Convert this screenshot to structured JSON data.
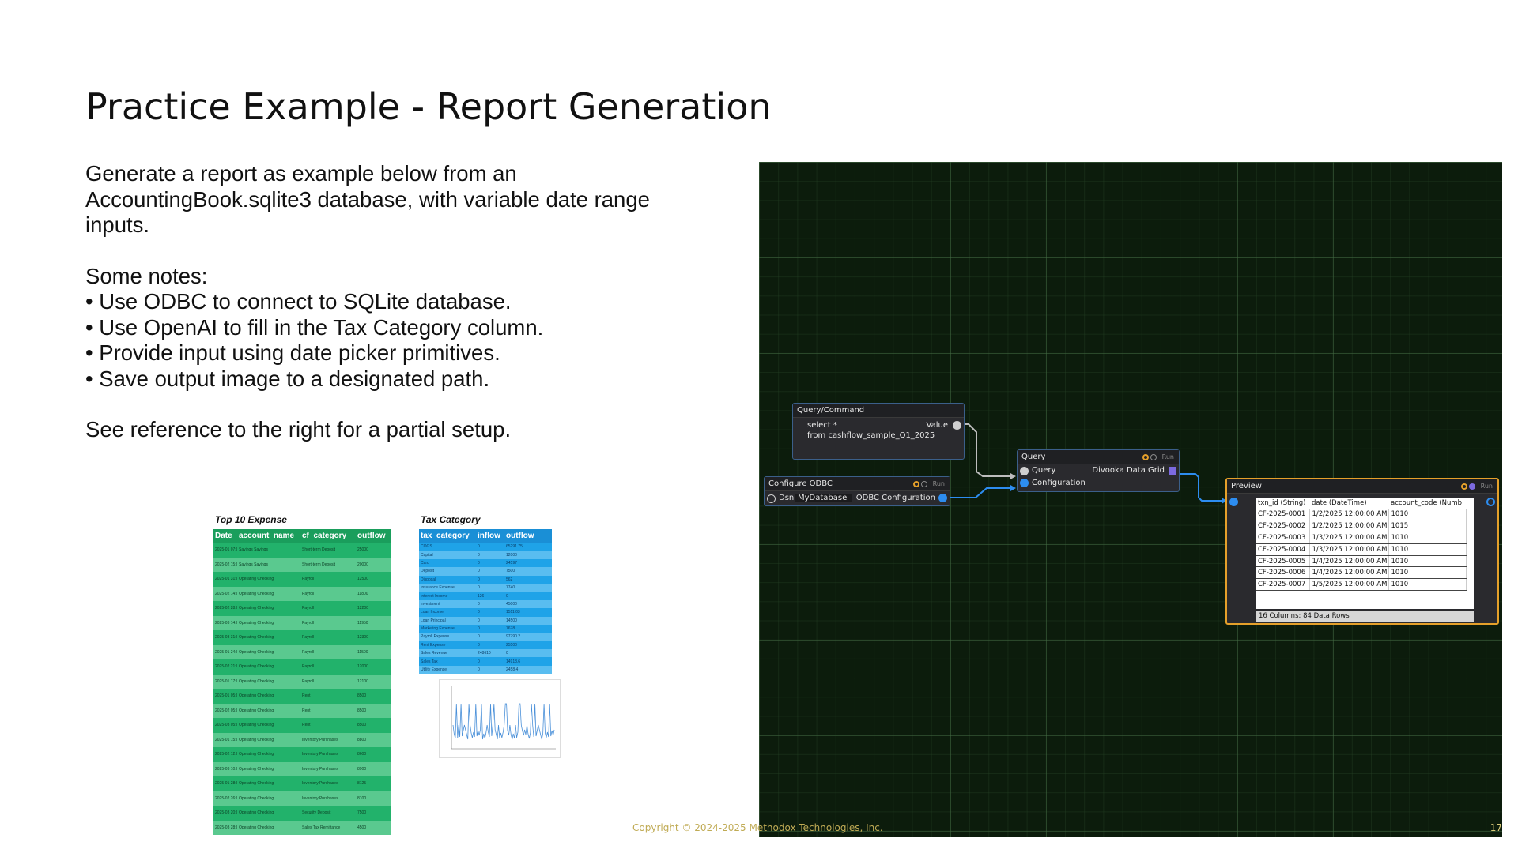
{
  "slide": {
    "title": "Practice Example - Report Generation",
    "intro": [
      "Generate a report as example below from an",
      "AccountingBook.sqlite3 database, with variable date range",
      "inputs."
    ],
    "notes_heading": "Some notes:",
    "notes": [
      "• Use ODBC to connect to SQLite database.",
      "• Use OpenAI to fill in the Tax Category column.",
      "• Provide input using date picker primitives.",
      "• Save output image to a designated path."
    ],
    "see_reference": "See reference to the right for a partial setup."
  },
  "expense_report": {
    "caption": "Top 10 Expense",
    "columns": [
      "Date",
      "account_name",
      "cf_category",
      "outflow"
    ],
    "rows": [
      [
        "2025-01 07:00:00 07",
        "Savings Savings",
        "Short-term Deposit",
        "25000"
      ],
      [
        "2025-02 15:00:00 00",
        "Savings Savings",
        "Short-term Deposit",
        "20000"
      ],
      [
        "2025-01 31:00:00 00",
        "Operating Checking",
        "Payroll",
        "12500"
      ],
      [
        "2025-02 14:00:00 00",
        "Operating Checking",
        "Payroll",
        "11800"
      ],
      [
        "2025-02 28:00:00 00",
        "Operating Checking",
        "Payroll",
        "12200"
      ],
      [
        "2025-03 14:00:00 00",
        "Operating Checking",
        "Payroll",
        "11950"
      ],
      [
        "2025-03 31:00:00 00",
        "Operating Checking",
        "Payroll",
        "12300"
      ],
      [
        "2025-01 24:00:00 00",
        "Operating Checking",
        "Payroll",
        "11500"
      ],
      [
        "2025-02 21:00:00 00",
        "Operating Checking",
        "Payroll",
        "12000"
      ],
      [
        "2025-01 17:00:00 00",
        "Operating Checking",
        "Payroll",
        "12100"
      ],
      [
        "2025-01 05:00:00 00",
        "Operating Checking",
        "Rent",
        "8500"
      ],
      [
        "2025-02 05:00:00 00",
        "Operating Checking",
        "Rent",
        "8500"
      ],
      [
        "2025-03 05:00:00 00",
        "Operating Checking",
        "Rent",
        "8500"
      ],
      [
        "2025-01 15:00:00 00",
        "Operating Checking",
        "Inventory Purchases",
        "8800"
      ],
      [
        "2025-02 12:00:00 00",
        "Operating Checking",
        "Inventory Purchases",
        "8600"
      ],
      [
        "2025-03 10:00:00 00",
        "Operating Checking",
        "Inventory Purchases",
        "8900"
      ],
      [
        "2025-01 28:00:00 00",
        "Operating Checking",
        "Inventory Purchases",
        "8125"
      ],
      [
        "2025-02 26:00:00 00",
        "Operating Checking",
        "Inventory Purchases",
        "8100"
      ],
      [
        "2025-03 20:00:00 00",
        "Operating Checking",
        "Security Deposit",
        "7500"
      ],
      [
        "2025-03 28:00:00 00",
        "Operating Checking",
        "Sales Tax Remittance",
        "4500"
      ]
    ]
  },
  "tax_report": {
    "caption": "Tax Category",
    "columns": [
      "tax_category",
      "inflow",
      "outflow"
    ],
    "rows": [
      [
        "COGS",
        "0",
        "65291.75"
      ],
      [
        "Capital",
        "0",
        "12000"
      ],
      [
        "Card",
        "0",
        "24597"
      ],
      [
        "Deposit",
        "0",
        "7500"
      ],
      [
        "Disposal",
        "0",
        "562"
      ],
      [
        "Insurance Expense",
        "0",
        "7740"
      ],
      [
        "Interest Income",
        "126",
        "0"
      ],
      [
        "Investment",
        "0",
        "45000"
      ],
      [
        "Loan Income",
        "0",
        "1511.03"
      ],
      [
        "Loan Principal",
        "0",
        "14500"
      ],
      [
        "Marketing Expense",
        "0",
        "7678"
      ],
      [
        "Payroll Expense",
        "0",
        "97790.2"
      ],
      [
        "Rent Expense",
        "0",
        "25500"
      ],
      [
        "Sales Revenue",
        "248610",
        "0"
      ],
      [
        "Sales Tax",
        "0",
        "14918.6"
      ],
      [
        "Utility Expense",
        "0",
        "2458.4"
      ]
    ]
  },
  "chart_thumbnail": {
    "series_color": "#4a90d9"
  },
  "node_editor": {
    "query_command": {
      "title": "Query/Command",
      "sql_lines": [
        "select *",
        "from cashflow_sample_Q1_2025"
      ],
      "value_label": "Value"
    },
    "configure_odbc": {
      "title": "Configure ODBC",
      "run_label": "Run",
      "dsn_label": "Dsn",
      "dsn_value": "MyDatabase",
      "output_label": "ODBC Configuration"
    },
    "query": {
      "title": "Query",
      "run_label": "Run",
      "query_label": "Query",
      "output_label": "Divooka Data Grid",
      "config_label": "Configuration"
    },
    "preview": {
      "title": "Preview",
      "run_label": "Run",
      "columns": [
        "txn_id (String)",
        "date (DateTime)",
        "account_code (Numb"
      ],
      "rows": [
        [
          "CF-2025-0001",
          "1/2/2025 12:00:00 AM",
          "1010"
        ],
        [
          "CF-2025-0002",
          "1/2/2025 12:00:00 AM",
          "1015"
        ],
        [
          "CF-2025-0003",
          "1/3/2025 12:00:00 AM",
          "1010"
        ],
        [
          "CF-2025-0004",
          "1/3/2025 12:00:00 AM",
          "1010"
        ],
        [
          "CF-2025-0005",
          "1/4/2025 12:00:00 AM",
          "1010"
        ],
        [
          "CF-2025-0006",
          "1/4/2025 12:00:00 AM",
          "1010"
        ],
        [
          "CF-2025-0007",
          "1/5/2025 12:00:00 AM",
          "1010"
        ]
      ],
      "status": "16 Columns; 84  Data Rows"
    }
  },
  "footer": {
    "copyright": "Copyright © 2024-2025 Methodox Technologies, Inc.",
    "page_number": "17"
  }
}
